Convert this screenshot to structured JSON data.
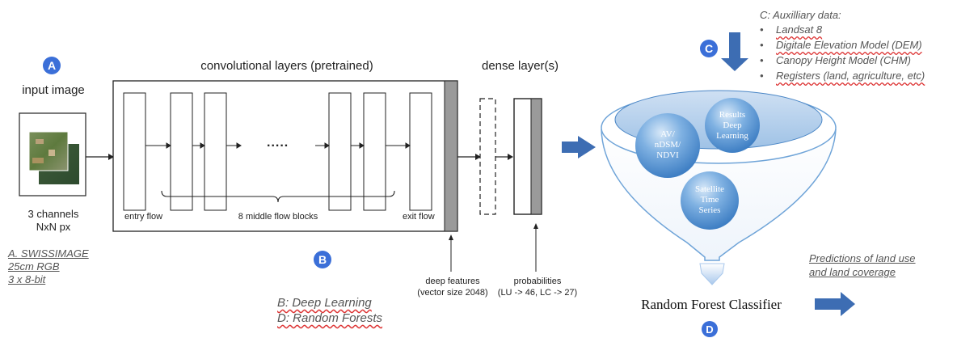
{
  "badges": {
    "a": "A",
    "b": "B",
    "c": "C",
    "d": "D"
  },
  "input": {
    "title": "input image",
    "channels": "3 channels",
    "size": "NxN px"
  },
  "swissimage": {
    "line1": "A. SWISSIMAGE",
    "line2": "25cm  RGB",
    "line3": "3 x 8-bit"
  },
  "cnn": {
    "title": "convolutional layers (pretrained)",
    "entry_flow": "entry flow",
    "middle_flow": "8 middle flow blocks",
    "exit_flow": "exit flow",
    "ellipsis": "....."
  },
  "dense": {
    "title": "dense layer(s)"
  },
  "deep_features": {
    "line1": "deep features",
    "line2": "(vector size 2048)"
  },
  "probabilities": {
    "line1": "probabilities",
    "line2": "(LU -> 46, LC -> 27)"
  },
  "methods": {
    "b": "B: Deep Learning",
    "d": "D: Random Forests"
  },
  "aux": {
    "heading": "C: Auxilliary data:",
    "items": [
      "Landsat 8",
      "Digitale Elevation Model (DEM)",
      "Canopy Height Model (CHM)",
      "Registers (land, agriculture, etc)"
    ]
  },
  "funnel": {
    "sphere1": "AV/\nnDSM/\nNDVI",
    "sphere2": "Results\nDeep\nLearning",
    "sphere3": "Satellite\nTime\nSeries"
  },
  "rf": {
    "label": "Random Forest Classifier"
  },
  "predictions": {
    "line1": "Predictions of land use",
    "line2": "and land coverage"
  },
  "colors": {
    "badge": "#3b6fd8",
    "arrow": "#3d6db3",
    "sphere": "#4a8fd0",
    "funnel_edge": "#6fa4d8",
    "feature_bar": "#9a9a9a"
  }
}
